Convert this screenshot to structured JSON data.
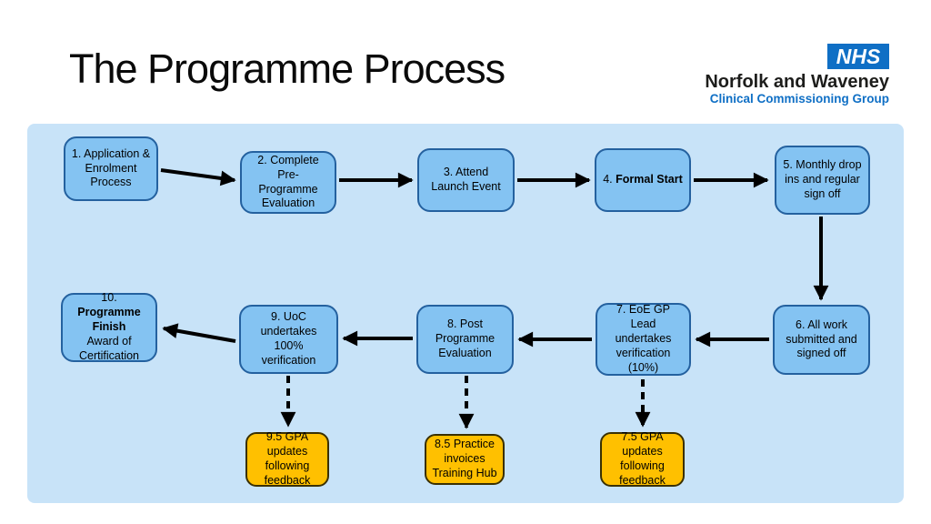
{
  "slide": {
    "title": "The Programme Process"
  },
  "logo": {
    "nhs": "NHS",
    "org": "Norfolk and Waveney",
    "sub": "Clinical Commissioning Group"
  },
  "colors": {
    "container_bg": "#c8e3f8",
    "box_fill": "#84c3f2",
    "box_border": "#24619f",
    "orange_fill": "#ffc000",
    "orange_border": "#3a3000",
    "nhs_blue": "#0f6fc5",
    "arrow": "#000000"
  },
  "steps": [
    {
      "id": "1",
      "text": "1. Application &\nEnrolment\nProcess"
    },
    {
      "id": "2",
      "text": "2. Complete\nPre-\nProgramme\nEvaluation"
    },
    {
      "id": "3",
      "text": "3. Attend\nLaunch Event"
    },
    {
      "id": "4",
      "prefix": "4. ",
      "bold": "Formal Start"
    },
    {
      "id": "5",
      "text": "5. Monthly drop\nins and regular\nsign off"
    },
    {
      "id": "6",
      "text": "6. All work\nsubmitted and\nsigned off"
    },
    {
      "id": "7",
      "text": "7. EoE GP\nLead\nundertakes\nverification\n(10%)"
    },
    {
      "id": "8",
      "text": "8. Post\nProgramme\nEvaluation"
    },
    {
      "id": "9",
      "text": "9. UoC\nundertakes\n100%\nverification"
    },
    {
      "id": "10",
      "prefix": "10.",
      "bold": "Programme\nFinish",
      "rest": "Award of\nCertification"
    }
  ],
  "side_steps": [
    {
      "id": "9.5",
      "text": "9.5 GPA\nupdates\nfollowing\nfeedback"
    },
    {
      "id": "8.5",
      "text": "8.5 Practice\ninvoices\nTraining Hub"
    },
    {
      "id": "7.5",
      "text": "7.5 GPA\nupdates\nfollowing\nfeedback"
    }
  ]
}
